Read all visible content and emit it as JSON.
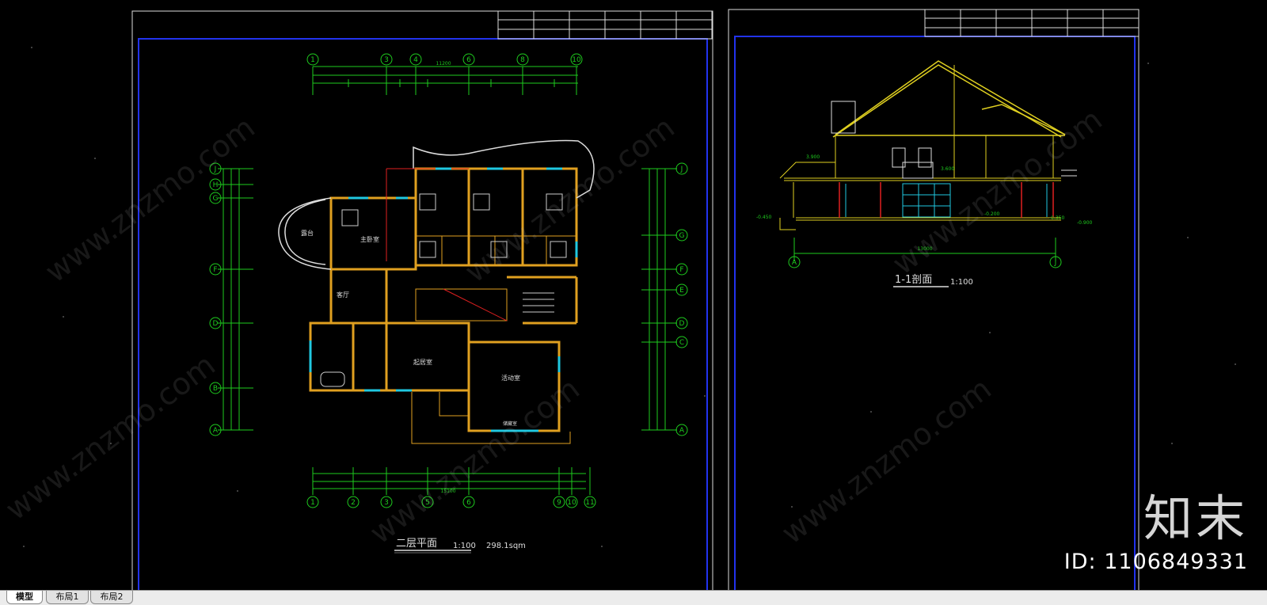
{
  "tabs": [
    {
      "label": "模型",
      "active": true
    },
    {
      "label": "布局1",
      "active": false
    },
    {
      "label": "布局2",
      "active": false
    }
  ],
  "plan": {
    "title": "二层平面",
    "scale": "1:100",
    "area": "298.1sqm",
    "top_axes": [
      "1",
      "3",
      "4",
      "6",
      "8",
      "10"
    ],
    "bottom_axes": [
      "1",
      "2",
      "3",
      "5",
      "6",
      "9",
      "10",
      "11"
    ],
    "left_axes": [
      "J",
      "H",
      "G",
      "F",
      "D",
      "B",
      "A"
    ],
    "right_axes": [
      "J",
      "G",
      "F",
      "E",
      "D",
      "C",
      "A"
    ],
    "top_dims_total": "11200",
    "bottom_dims_total": "15100",
    "rooms": [
      "露台",
      "主卧室",
      "客厅",
      "起居室",
      "活动室",
      "储藏室"
    ]
  },
  "section": {
    "title": "1-1剖面",
    "scale": "1:100",
    "axes": [
      "A",
      "J"
    ],
    "total_dim": "13000",
    "levels": [
      "3.900",
      "-0.450",
      "-0.200",
      "-0.350",
      "-0.900",
      "3.600"
    ]
  },
  "brand": {
    "logo": "知末",
    "id": "ID: 1106849331"
  },
  "watermark": "www.znzmo.com"
}
